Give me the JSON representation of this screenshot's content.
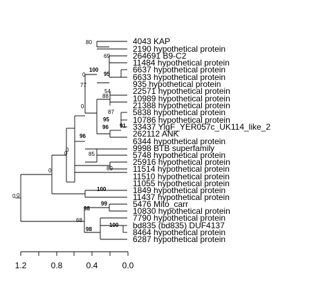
{
  "tree": {
    "tips": [
      "4043 KAP",
      "2190 hypothetical protein",
      "264691 B9-C2",
      "11484 hypothetical protein",
      "6637 hypothetical protein",
      "6633 hypothetical protein",
      "935 hypothetical protein",
      "22571 hypothetical protein",
      "10989 hypothetical protein",
      "21388 hypothetical protein",
      "5838 hypothetical protein",
      "10786 hypothetical protein",
      "33437 YlgF_YER057c_UK114_like_2",
      "262112 ANK",
      "6344 hypothetical protein",
      "9998 BTB superfamily",
      "5748 hypothetical protein",
      "25916 hypothetical protein",
      "11514 hypothetical protein",
      "11510 hypothetical protein",
      "11055 hypothetical protein",
      "1849 hypothetical protein",
      "11437 hypothetical protein",
      "5476 Mito_carr",
      "10830 hypothetical protein",
      "7790 hypothetical protein",
      "bd835 (bd835) DUF4137",
      "8464 hypothetical protein",
      "6287 hypothetical protein"
    ],
    "supports": [
      {
        "label": "80"
      },
      {
        "label": "69"
      },
      {
        "label": "77"
      },
      {
        "label": "100",
        "bold": true
      },
      {
        "label": "95",
        "bold": true
      },
      {
        "label": "0"
      },
      {
        "label": "54"
      },
      {
        "label": "88"
      },
      {
        "label": "0"
      },
      {
        "label": "87"
      },
      {
        "label": "95",
        "bold": true
      },
      {
        "label": "91",
        "bold": true
      },
      {
        "label": "96",
        "bold": true
      },
      {
        "label": "96",
        "bold": true
      },
      {
        "label": "0"
      },
      {
        "label": "85"
      },
      {
        "label": "0"
      },
      {
        "label": "89"
      },
      {
        "label": "0"
      },
      {
        "label": "0"
      },
      {
        "label": "100",
        "bold": true
      },
      {
        "label": "0"
      },
      {
        "label": "99",
        "bold": true
      },
      {
        "label": "98",
        "bold": true
      },
      {
        "label": "100",
        "bold": true
      },
      {
        "label": "98",
        "bold": true
      },
      {
        "label": "68"
      }
    ]
  },
  "scale_axis": {
    "ticks": [
      "1.2",
      "0.8",
      "0.4",
      "0.0"
    ]
  }
}
